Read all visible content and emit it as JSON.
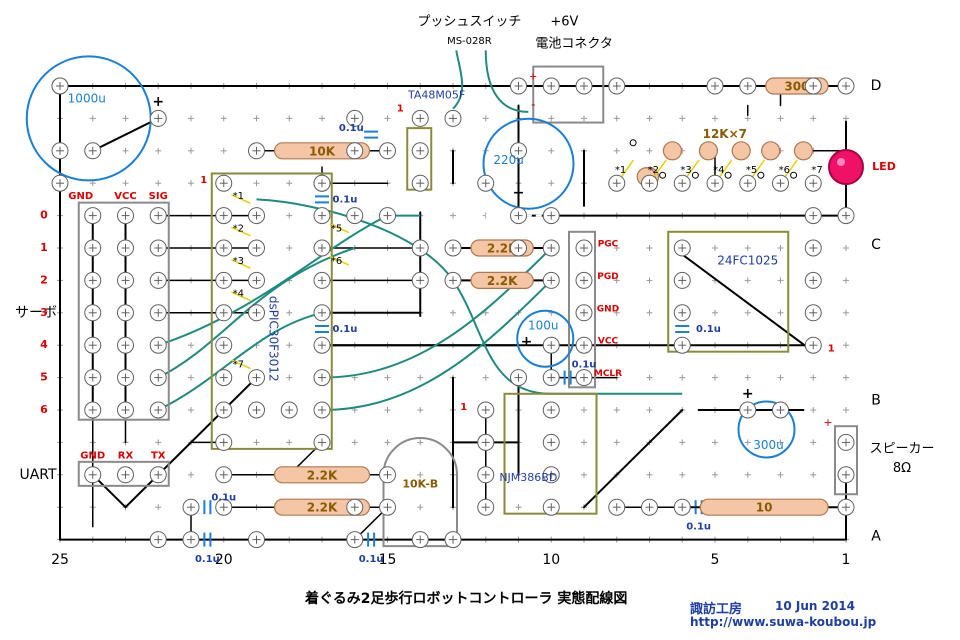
{
  "title": "着ぐるみ2足歩行ロボットコントローラ 実態配線図",
  "credit": {
    "maker": "諏訪工房",
    "date": "10 Jun 2014",
    "url": "http://www.suwa-koubou.jp"
  },
  "row_labels": [
    "D",
    "C",
    "B",
    "A"
  ],
  "column_labels": [
    "25",
    "20",
    "15",
    "10",
    "5",
    "1"
  ],
  "push_switch": {
    "title": "プッシュスイッチ",
    "model": "MS-028R"
  },
  "battery": {
    "voltage": "+6V",
    "name": "電池コネクタ",
    "plus": "+",
    "minus": "-"
  },
  "servo": {
    "label": "サーボ",
    "headers": [
      "GND",
      "VCC",
      "SIG"
    ],
    "channels": [
      "0",
      "1",
      "2",
      "3",
      "4",
      "5",
      "6"
    ]
  },
  "uart": {
    "label": "UART",
    "headers": [
      "GND",
      "RX",
      "TX"
    ]
  },
  "speaker": {
    "label": "スピーカー",
    "impedance": "8Ω",
    "plus": "+"
  },
  "led": {
    "label": "LED"
  },
  "chips": {
    "dspic": "dsPIC30F3012",
    "regulator": "TA48M05F",
    "eeprom": "24FC1025",
    "amp": "NJM386BD",
    "pin1": "1"
  },
  "caps": {
    "c1000": "1000u",
    "c220": "220u",
    "c100": "100u",
    "c300": "300u",
    "c01": "0.1u",
    "plus": "+"
  },
  "resistors": {
    "r300": "300",
    "r10k": "10K",
    "r22k": "2.2K",
    "r10": "10",
    "array": "12K×7",
    "pot": "10K-B"
  },
  "marks": [
    "*1",
    "*2",
    "*3",
    "*4",
    "*5",
    "*6",
    "*7"
  ],
  "eeprom_pins": [
    "PGC",
    "PGD",
    "GND",
    "VCC",
    "MCLR"
  ],
  "colors": {
    "grid": "#9a9a9a",
    "hole_fill": "#ffffff",
    "wire": "#000000",
    "teal_wire": "#1f8a7e",
    "chip_outline": "#8a8a3a",
    "connector_outline": "#8a8a8a",
    "resistor_fill": "#f4c6a6",
    "resistor_edge": "#b07850",
    "cap_blue": "#1a7fd6",
    "label_red": "#dd0000",
    "label_blue": "#1f3fa0",
    "label_brown": "#8a5a00",
    "led": "#ee1166",
    "yellow": "#e6d200"
  }
}
